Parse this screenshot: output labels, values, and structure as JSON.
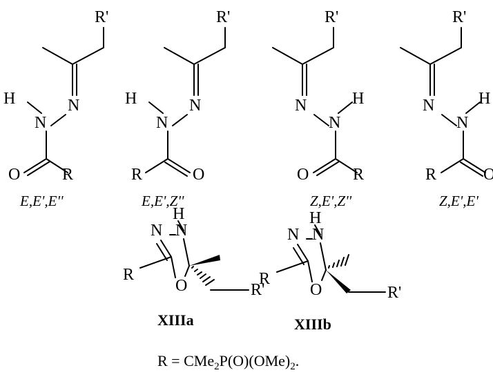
{
  "atoms": {
    "r_prime": "R'",
    "r": "R",
    "n": "N",
    "h": "H",
    "o": "O"
  },
  "isomers": [
    {
      "caption": "E,E',E''"
    },
    {
      "caption": "E,E',Z''"
    },
    {
      "caption": "Z,E',Z''"
    },
    {
      "caption": "Z,E',E'"
    }
  ],
  "oxadiazolines": [
    {
      "label": "XIIIa"
    },
    {
      "label": "XIIIb"
    }
  ],
  "footnote": {
    "prefix": "R = CMe",
    "sub1": "2",
    "middle": "P(O)(OMe)",
    "sub2": "2",
    "suffix": "."
  }
}
